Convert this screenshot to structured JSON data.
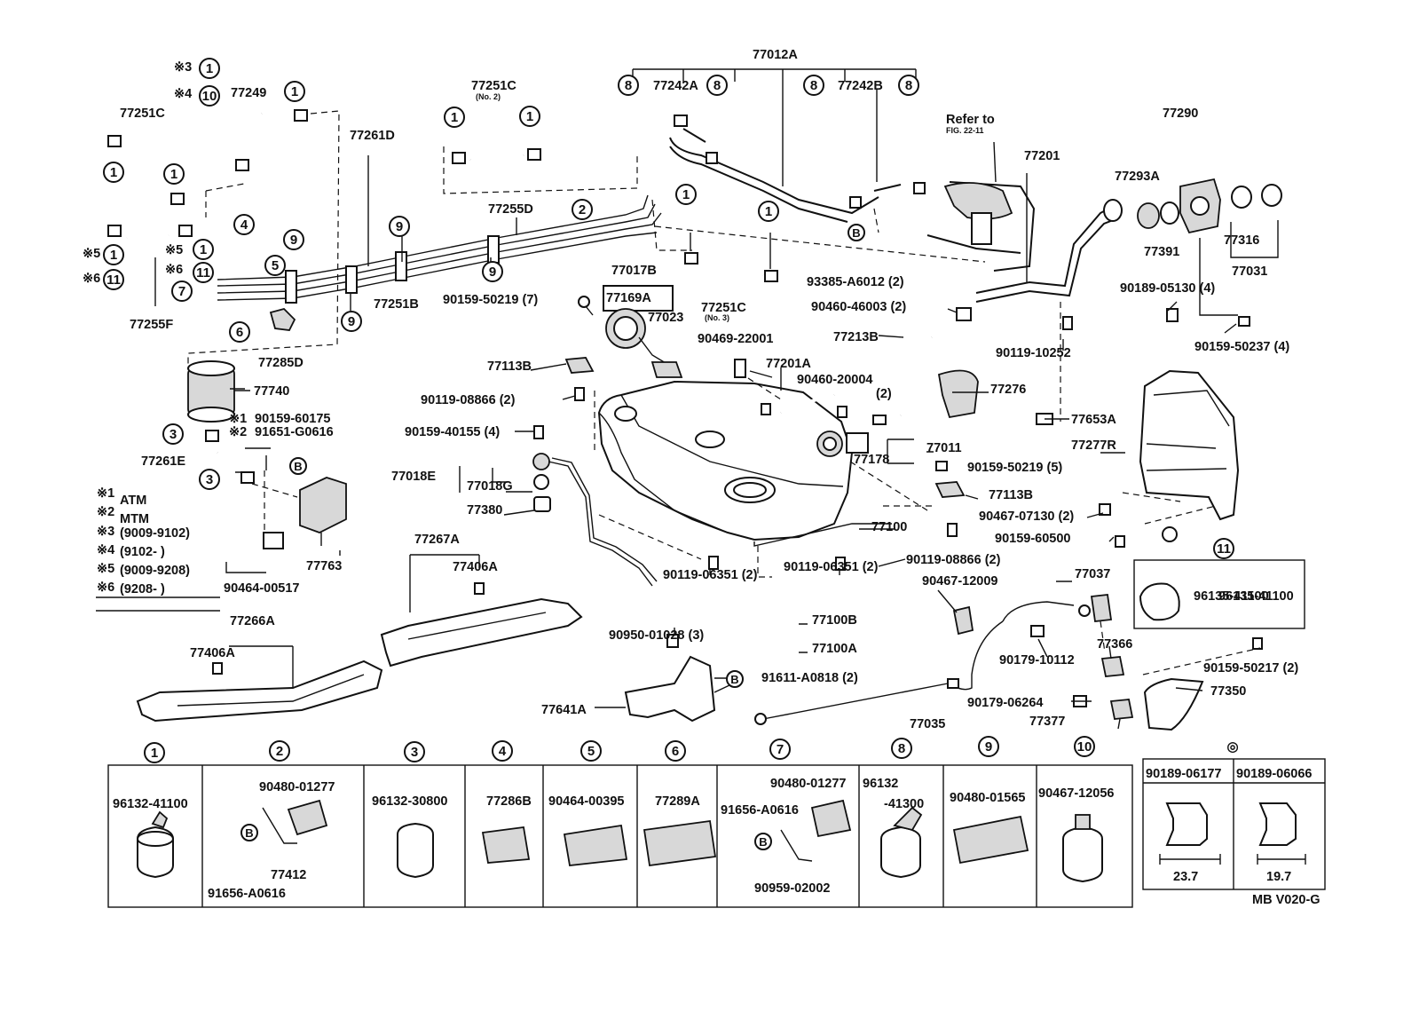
{
  "diagram": {
    "parts": [
      {
        "id": "p77012A",
        "t": "77012A"
      },
      {
        "id": "p77242A",
        "t": "77242A"
      },
      {
        "id": "p77242B",
        "t": "77242B"
      },
      {
        "id": "p77251C_top",
        "t": "77251C"
      },
      {
        "id": "p77251C_top_no",
        "t": "(No. 2)"
      },
      {
        "id": "p77249",
        "t": "77249"
      },
      {
        "id": "p77251C_left",
        "t": "77251C"
      },
      {
        "id": "p77261D",
        "t": "77261D"
      },
      {
        "id": "p77255D",
        "t": "77255D"
      },
      {
        "id": "p77251B",
        "t": "77251B"
      },
      {
        "id": "p77255F",
        "t": "77255F"
      },
      {
        "id": "p77285D",
        "t": "77285D"
      },
      {
        "id": "p77740",
        "t": "77740"
      },
      {
        "id": "p90159_60175",
        "t": "90159-60175"
      },
      {
        "id": "p91651_G0616",
        "t": "91651-G0616"
      },
      {
        "id": "p77261E",
        "t": "77261E"
      },
      {
        "id": "p77763",
        "t": "77763"
      },
      {
        "id": "p90464_00517",
        "t": "90464-00517"
      },
      {
        "id": "p77017B",
        "t": "77017B"
      },
      {
        "id": "p77169A",
        "t": "77169A"
      },
      {
        "id": "p77023",
        "t": "77023"
      },
      {
        "id": "p90159_50219_7",
        "t": "90159-50219 (7)"
      },
      {
        "id": "p77251C_mid",
        "t": "77251C"
      },
      {
        "id": "p77251C_mid_no",
        "t": "(No. 3)"
      },
      {
        "id": "p93385",
        "t": "93385-A6012 (2)"
      },
      {
        "id": "p77113B_l",
        "t": "77113B"
      },
      {
        "id": "p90119_08866_2l",
        "t": "90119-08866 (2)"
      },
      {
        "id": "p90159_40155",
        "t": "90159-40155 (4)"
      },
      {
        "id": "p77018E",
        "t": "77018E"
      },
      {
        "id": "p77018G",
        "t": "77018G"
      },
      {
        "id": "p77380",
        "t": "77380"
      },
      {
        "id": "p77267A",
        "t": "77267A"
      },
      {
        "id": "p77406A_r",
        "t": "77406A"
      },
      {
        "id": "p77266A",
        "t": "77266A"
      },
      {
        "id": "p77406A_l",
        "t": "77406A"
      },
      {
        "id": "p90469_22001",
        "t": "90469-22001"
      },
      {
        "id": "p77201A",
        "t": "77201A"
      },
      {
        "id": "p90460_20004",
        "t": "90460-20004"
      },
      {
        "id": "p90460_20004_q",
        "t": "(2)"
      },
      {
        "id": "p90460_46003",
        "t": "90460-46003 (2)"
      },
      {
        "id": "p77213B",
        "t": "77213B"
      },
      {
        "id": "p77276",
        "t": "77276"
      },
      {
        "id": "p77011",
        "t": "77011"
      },
      {
        "id": "p77178",
        "t": "77178"
      },
      {
        "id": "p90159_50219_5",
        "t": "90159-50219 (5)"
      },
      {
        "id": "p77113B_r",
        "t": "77113B"
      },
      {
        "id": "p77100",
        "t": "77100"
      },
      {
        "id": "p90119_08866_2r",
        "t": "90119-08866 (2)"
      },
      {
        "id": "p90119_06351_a",
        "t": "90119-06351 (2)"
      },
      {
        "id": "p90119_06351_b",
        "t": "90119-06351 (2)"
      },
      {
        "id": "p77100B",
        "t": "77100B"
      },
      {
        "id": "p77100A",
        "t": "77100A"
      },
      {
        "id": "p90950_01028",
        "t": "90950-01028 (3)"
      },
      {
        "id": "p91611_A0818",
        "t": "91611-A0818 (2)"
      },
      {
        "id": "p77641A",
        "t": "77641A"
      },
      {
        "id": "p77035",
        "t": "77035"
      },
      {
        "id": "p77201",
        "t": "77201"
      },
      {
        "id": "p77290",
        "t": "77290"
      },
      {
        "id": "p77293A",
        "t": "77293A"
      },
      {
        "id": "p77391",
        "t": "77391"
      },
      {
        "id": "p77316",
        "t": "77316"
      },
      {
        "id": "p77031",
        "t": "77031"
      },
      {
        "id": "p90189_05130",
        "t": "90189-05130 (4)"
      },
      {
        "id": "p90159_50237",
        "t": "90159-50237 (4)"
      },
      {
        "id": "p90119_10252",
        "t": "90119-10252"
      },
      {
        "id": "p77653A",
        "t": "77653A"
      },
      {
        "id": "p77277R",
        "t": "77277R"
      },
      {
        "id": "p90467_07130",
        "t": "90467-07130 (2)"
      },
      {
        "id": "p90159_60500",
        "t": "90159-60500"
      },
      {
        "id": "p90467_12009",
        "t": "90467-12009"
      },
      {
        "id": "p77037",
        "t": "77037"
      },
      {
        "id": "p96135_41100",
        "t": "96135-41100"
      },
      {
        "id": "p77366",
        "t": "77366"
      },
      {
        "id": "p90179_10112",
        "t": "90179-10112"
      },
      {
        "id": "p90159_50217",
        "t": "90159-50217 (2)"
      },
      {
        "id": "p77350",
        "t": "77350"
      },
      {
        "id": "p90179_06264",
        "t": "90179-06264"
      },
      {
        "id": "p77377",
        "t": "77377"
      },
      {
        "id": "refer",
        "t": "Refer to"
      },
      {
        "id": "refer_fig",
        "t": "FIG. 22-11"
      }
    ],
    "notes": [
      {
        "mark": "※1",
        "text": "ATM"
      },
      {
        "mark": "※2",
        "text": "MTM"
      },
      {
        "mark": "※3",
        "text": "(9009-9102)"
      },
      {
        "mark": "※4",
        "text": "(9102-       )"
      },
      {
        "mark": "※5",
        "text": "(9009-9208)"
      },
      {
        "mark": "※6",
        "text": "(9208-       )"
      }
    ],
    "callouts": [
      {
        "id": "c3",
        "text": "※3"
      },
      {
        "id": "c4",
        "text": "※4"
      },
      {
        "id": "c5",
        "text": "※5"
      },
      {
        "id": "c6",
        "text": "※6"
      },
      {
        "id": "c5b",
        "text": "※5"
      },
      {
        "id": "c6b",
        "text": "※6"
      },
      {
        "id": "c1a",
        "text": "※1"
      },
      {
        "id": "c2a",
        "text": "※2"
      }
    ],
    "legend": [
      {
        "num": "1",
        "parts": [
          "96132-41100"
        ]
      },
      {
        "num": "2",
        "parts": [
          "90480-01277",
          "77412",
          "91656-A0616"
        ]
      },
      {
        "num": "3",
        "parts": [
          "96132-30800"
        ]
      },
      {
        "num": "4",
        "parts": [
          "77286B"
        ]
      },
      {
        "num": "5",
        "parts": [
          "90464-00395"
        ]
      },
      {
        "num": "6",
        "parts": [
          "77289A"
        ]
      },
      {
        "num": "7",
        "parts": [
          "90480-01277",
          "91656-A0616",
          "90959-02002"
        ]
      },
      {
        "num": "8",
        "parts": [
          "96132",
          "-41300"
        ]
      },
      {
        "num": "9",
        "parts": [
          "90480-01565"
        ]
      },
      {
        "num": "10",
        "parts": [
          "90467-12056"
        ]
      }
    ],
    "plugs": {
      "mark": "◎",
      "items": [
        {
          "part": "90189-06177",
          "dim": "23.7"
        },
        {
          "part": "90189-06066",
          "dim": "19.7"
        }
      ]
    },
    "inset11": {
      "num": "11",
      "part": "96135-41100"
    },
    "bolt_mark": "B",
    "code": "MB V020-G"
  }
}
